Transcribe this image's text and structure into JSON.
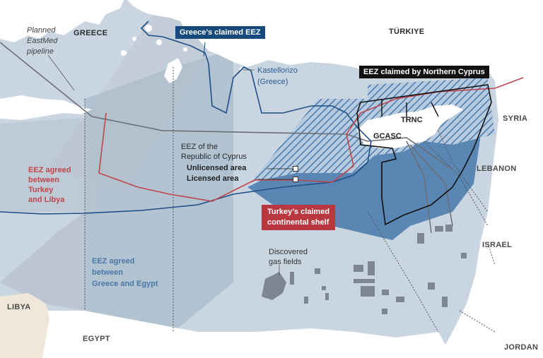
{
  "countries": {
    "greece": "GREECE",
    "turkiye": "TÜRKIYE",
    "syria": "SYRIA",
    "lebanon": "LEBANON",
    "israel": "ISRAEL",
    "jordan": "JORDAN",
    "egypt": "EGYPT",
    "libya": "LIBYA",
    "trnc": "TRNC",
    "gcasc": "GCASC"
  },
  "labels": {
    "eastmed_line1": "Planned",
    "eastmed_line2": "EastMed",
    "eastmed_line3": "pipeline",
    "kastellorizo_line1": "Kastellorizo",
    "kastellorizo_line2": "(Greece)",
    "cyprus_eez_line1": "EEZ of the",
    "cyprus_eez_line2": "Republic of Cyprus",
    "unlicensed": "Unlicensed area",
    "licensed": "Licensed area",
    "turkey_libya_line1": "EEZ agreed",
    "turkey_libya_line2": "between",
    "turkey_libya_line3": "Turkey",
    "turkey_libya_line4": "and Libya",
    "greece_egypt_line1": "EEZ agreed",
    "greece_egypt_line2": "between",
    "greece_egypt_line3": "Greece and Egypt",
    "gas_line1": "Discovered",
    "gas_line2": "gas fields"
  },
  "callouts": {
    "greece_eez": "Greece’s  claimed EEZ",
    "northern_cyprus_eez": "EEZ claimed by Northern Cyprus",
    "turkey_shelf_line1": "Turkey’s claimed",
    "turkey_shelf_line2": "continental shelf"
  },
  "colors": {
    "sea": "#c9d6e1",
    "land": "#ffffff",
    "libya_land": "#efe8d8",
    "greece_eez_line": "#1f4f86",
    "turkey_libya_line": "#c0464c",
    "turkey_shelf_box": "#b9373f",
    "cyprus_licensed": "#5a86b4",
    "greece_eez_box": "#174a7c",
    "northern_cyprus_box": "#111111"
  }
}
